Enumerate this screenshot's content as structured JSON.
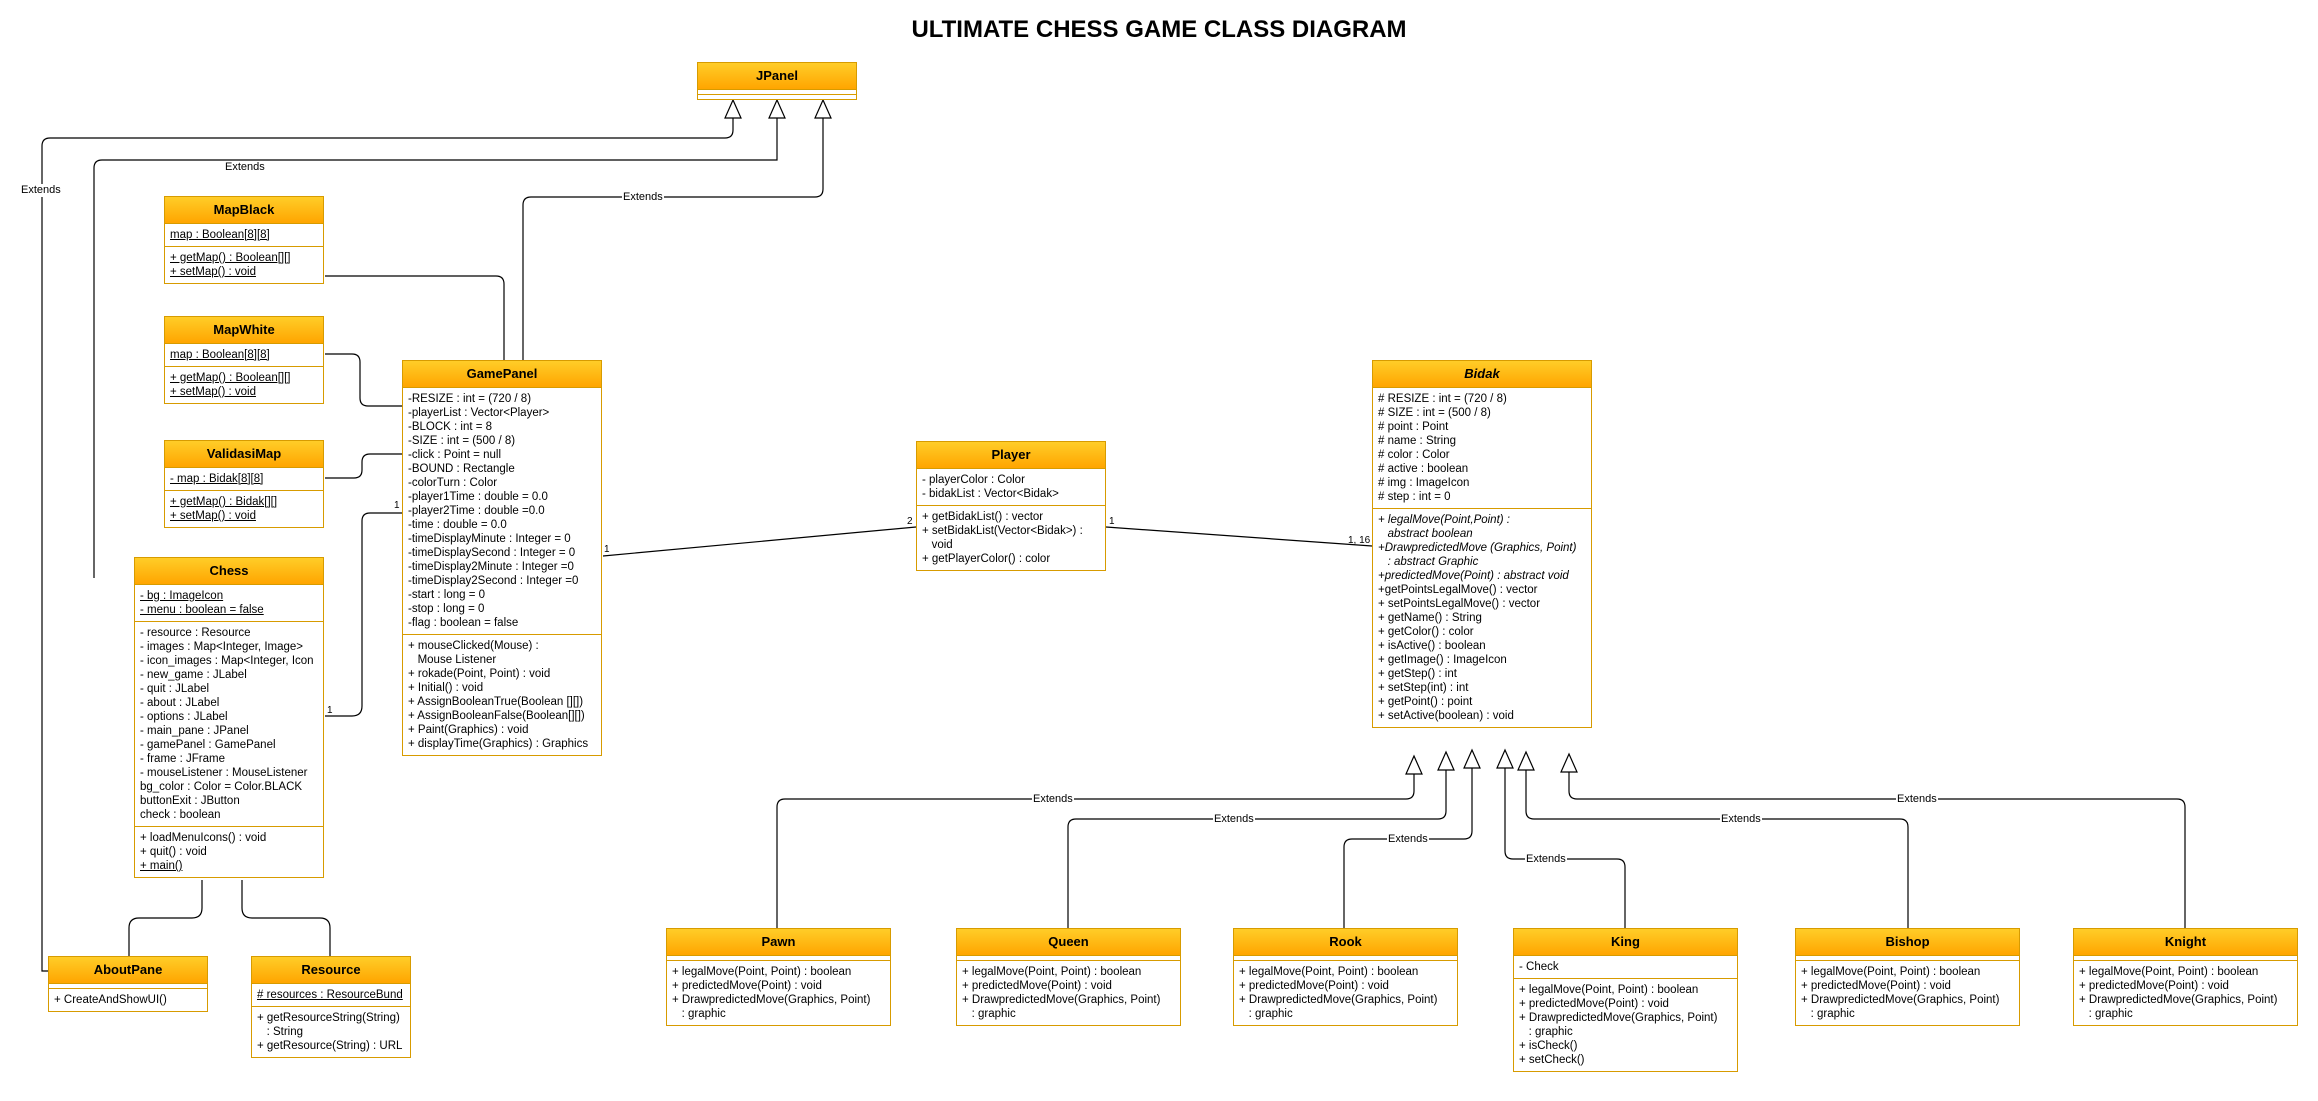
{
  "title": "ULTIMATE CHESS GAME CLASS DIAGRAM",
  "classes": {
    "jpanel": {
      "name": "JPanel",
      "attributes": [],
      "methods": []
    },
    "mapblack": {
      "name": "MapBlack",
      "attributes": [
        {
          "text": "map : Boolean[8][8]",
          "u": true
        }
      ],
      "methods": [
        {
          "text": "+ getMap() : Boolean[][]",
          "u": true
        },
        {
          "text": "+ setMap() : void",
          "u": true
        }
      ]
    },
    "mapwhite": {
      "name": "MapWhite",
      "attributes": [
        {
          "text": "map : Boolean[8][8]",
          "u": true
        }
      ],
      "methods": [
        {
          "text": "+ getMap() : Boolean[][]",
          "u": true
        },
        {
          "text": "+ setMap() : void",
          "u": true
        }
      ]
    },
    "validasimap": {
      "name": "ValidasiMap",
      "attributes": [
        {
          "text": "- map : Bidak[8][8]",
          "u": true
        }
      ],
      "methods": [
        {
          "text": "+ getMap() : Bidak[][]",
          "u": true
        },
        {
          "text": "+ setMap() : void",
          "u": true
        }
      ]
    },
    "chess": {
      "name": "Chess",
      "attributes": [
        {
          "text": "- bg : ImageIcon",
          "u": true
        },
        {
          "text": "- menu : boolean = false",
          "u": true
        }
      ],
      "attributes2": [
        {
          "text": "- resource : Resource"
        },
        {
          "text": "- images : Map<Integer, Image>"
        },
        {
          "text": "- icon_images : Map<Integer, Icon"
        },
        {
          "text": "- new_game : JLabel"
        },
        {
          "text": "- quit : JLabel"
        },
        {
          "text": "- about : JLabel"
        },
        {
          "text": "- options : JLabel"
        },
        {
          "text": "- main_pane : JPanel"
        },
        {
          "text": "- gamePanel : GamePanel"
        },
        {
          "text": "- frame : JFrame"
        },
        {
          "text": "- mouseListener : MouseListener"
        },
        {
          "text": "bg_color : Color = Color.BLACK"
        },
        {
          "text": "buttonExit : JButton"
        },
        {
          "text": "check : boolean"
        }
      ],
      "methods": [
        {
          "text": "+ loadMenuIcons() : void"
        },
        {
          "text": "+ quit() : void"
        },
        {
          "text": "+ main()",
          "u": true
        }
      ]
    },
    "gamepanel": {
      "name": "GamePanel",
      "attributes": [
        {
          "text": "-RESIZE : int = (720 / 8)"
        },
        {
          "text": "-playerList : Vector<Player>"
        },
        {
          "text": "-BLOCK : int = 8"
        },
        {
          "text": "-SIZE : int = (500 / 8)"
        },
        {
          "text": "-click : Point = null"
        },
        {
          "text": "-BOUND : Rectangle"
        },
        {
          "text": "-colorTurn : Color"
        },
        {
          "text": "-player1Time : double = 0.0"
        },
        {
          "text": "-player2Time : double =0.0"
        },
        {
          "text": "-time : double = 0.0"
        },
        {
          "text": "-timeDisplayMinute : Integer = 0"
        },
        {
          "text": "-timeDisplaySecond : Integer = 0"
        },
        {
          "text": "-timeDisplay2Minute : Integer =0"
        },
        {
          "text": "-timeDisplay2Second : Integer =0"
        },
        {
          "text": "-start : long = 0"
        },
        {
          "text": "-stop : long = 0"
        },
        {
          "text": "-flag : boolean = false"
        }
      ],
      "methods": [
        {
          "text": "+ mouseClicked(Mouse) :"
        },
        {
          "text": "   Mouse Listener"
        },
        {
          "text": "+ rokade(Point, Point) : void"
        },
        {
          "text": "+ Initial() : void"
        },
        {
          "text": "+ AssignBooleanTrue(Boolean [][])"
        },
        {
          "text": "+ AssignBooleanFalse(Boolean[][])"
        },
        {
          "text": "+ Paint(Graphics) : void"
        },
        {
          "text": "+ displayTime(Graphics) : Graphics"
        }
      ]
    },
    "player": {
      "name": "Player",
      "attributes": [
        {
          "text": "- playerColor : Color"
        },
        {
          "text": "- bidakList : Vector<Bidak>"
        }
      ],
      "methods": [
        {
          "text": "+ getBidakList() : vector"
        },
        {
          "text": "+ setBidakList(Vector<Bidak>) :"
        },
        {
          "text": "   void"
        },
        {
          "text": "+ getPlayerColor() : color"
        }
      ]
    },
    "bidak": {
      "name": "Bidak",
      "attributes": [
        {
          "text": "# RESIZE : int = (720 / 8)"
        },
        {
          "text": "# SIZE : int = (500 / 8)"
        },
        {
          "text": "# point : Point"
        },
        {
          "text": "# name : String"
        },
        {
          "text": "# color : Color"
        },
        {
          "text": "# active : boolean"
        },
        {
          "text": "# img : ImageIcon"
        },
        {
          "text": "# step : int = 0"
        }
      ],
      "methods": [
        {
          "text": "+ legalMove(Point,Point) :",
          "i": true
        },
        {
          "text": "   abstract boolean",
          "i": true
        },
        {
          "text": "+DrawpredictedMove (Graphics, Point)",
          "i": true
        },
        {
          "text": "   : abstract Graphic",
          "i": true
        },
        {
          "text": "+predictedMove(Point) : abstract void",
          "i": true
        },
        {
          "text": "+getPointsLegalMove() : vector"
        },
        {
          "text": "+ setPointsLegalMove() : vector"
        },
        {
          "text": "+ getName() : String"
        },
        {
          "text": "+ getColor() : color"
        },
        {
          "text": "+ isActive() : boolean"
        },
        {
          "text": "+ getImage() : ImageIcon"
        },
        {
          "text": "+ getStep() : int"
        },
        {
          "text": "+ setStep(int) : int"
        },
        {
          "text": "+ getPoint() : point"
        },
        {
          "text": "+ setActive(boolean) : void"
        }
      ]
    },
    "aboutpane": {
      "name": "AboutPane",
      "attributes": [],
      "methods": [
        {
          "text": "+ CreateAndShowUI()"
        }
      ]
    },
    "resource": {
      "name": "Resource",
      "attributes": [
        {
          "text": "# resources : ResourceBund",
          "u": true
        }
      ],
      "methods": [
        {
          "text": "+ getResourceString(String)"
        },
        {
          "text": "   : String"
        },
        {
          "text": "+ getResource(String) : URL"
        }
      ]
    },
    "pawn": {
      "name": "Pawn",
      "attributes": [],
      "methods": [
        {
          "text": "+ legalMove(Point, Point) : boolean"
        },
        {
          "text": "+ predictedMove(Point) : void"
        },
        {
          "text": "+ DrawpredictedMove(Graphics, Point)"
        },
        {
          "text": "   : graphic"
        }
      ]
    },
    "queen": {
      "name": "Queen",
      "attributes": [],
      "methods": [
        {
          "text": "+ legalMove(Point, Point) : boolean"
        },
        {
          "text": "+ predictedMove(Point) : void"
        },
        {
          "text": "+ DrawpredictedMove(Graphics, Point)"
        },
        {
          "text": "   : graphic"
        }
      ]
    },
    "rook": {
      "name": "Rook",
      "attributes": [],
      "methods": [
        {
          "text": "+ legalMove(Point, Point) : boolean"
        },
        {
          "text": "+ predictedMove(Point) : void"
        },
        {
          "text": "+ DrawpredictedMove(Graphics, Point)"
        },
        {
          "text": "   : graphic"
        }
      ]
    },
    "king": {
      "name": "King",
      "attributes": [
        {
          "text": "- Check"
        }
      ],
      "methods": [
        {
          "text": "+ legalMove(Point, Point) : boolean"
        },
        {
          "text": "+ predictedMove(Point) : void"
        },
        {
          "text": "+ DrawpredictedMove(Graphics, Point)"
        },
        {
          "text": "   : graphic"
        },
        {
          "text": "+ isCheck()"
        },
        {
          "text": "+ setCheck()"
        }
      ]
    },
    "bishop": {
      "name": "Bishop",
      "attributes": [],
      "methods": [
        {
          "text": "+ legalMove(Point, Point) : boolean"
        },
        {
          "text": "+ predictedMove(Point) : void"
        },
        {
          "text": "+ DrawpredictedMove(Graphics, Point)"
        },
        {
          "text": "   : graphic"
        }
      ]
    },
    "knight": {
      "name": "Knight",
      "attributes": [],
      "methods": [
        {
          "text": "+ legalMove(Point, Point) : boolean"
        },
        {
          "text": "+ predictedMove(Point) : void"
        },
        {
          "text": "+ DrawpredictedMove(Graphics, Point)"
        },
        {
          "text": "   : graphic"
        }
      ]
    }
  },
  "connectors": {
    "extends_label": "Extends",
    "gp_one": "1",
    "player_two": "2",
    "player_one": "1",
    "bidak_mult": "1, 16",
    "chess_one_a": "1",
    "chess_one_b": "1"
  },
  "colors": {
    "header_top": "#ffcd28",
    "header_bottom": "#ffa500",
    "border": "#d79b00",
    "line": "#000000"
  }
}
